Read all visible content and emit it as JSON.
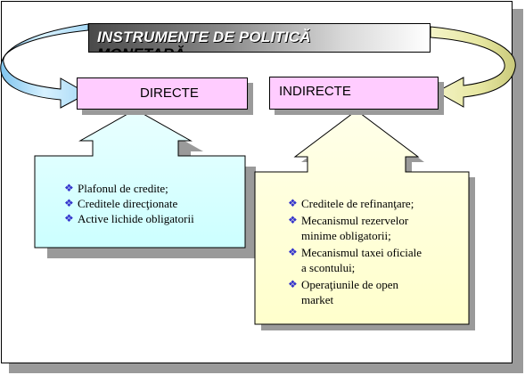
{
  "title": {
    "line1": "INSTRUMENTE DE POLITICĂ",
    "line2": "MONETARĂ"
  },
  "direct": {
    "label": "DIRECTE",
    "items": [
      "Plafonul de credite;",
      "Creditele direcţionate",
      "Active lichide obligatorii"
    ]
  },
  "indirect": {
    "label": "INDIRECTE",
    "items": [
      [
        "Creditele de refinanţare;"
      ],
      [
        "Mecanismul rezervelor",
        "minime obligatorii;"
      ],
      [
        "Mecanismul taxei oficiale",
        "a scontului;"
      ],
      [
        "Operaţiunile de open",
        "market"
      ]
    ]
  },
  "icons": {
    "bullet": "diamond-bullet-icon",
    "arrows": [
      "curved-arrow-left-icon",
      "curved-arrow-right-icon",
      "up-arrow-left-icon",
      "up-arrow-right-icon"
    ]
  },
  "colors": {
    "label_fill": "#ffccff",
    "direct_fill": "#ccffff",
    "indirect_fill": "#ffffcc",
    "bullet": "#3333cc",
    "left_arrow": "#bfe6ff",
    "right_arrow": "#f2f2bf"
  }
}
